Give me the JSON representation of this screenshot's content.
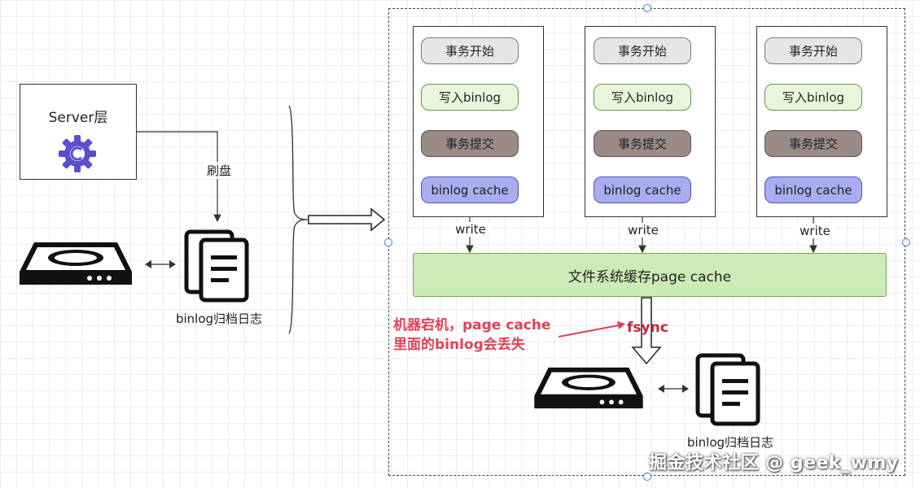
{
  "server": {
    "label": "Server层"
  },
  "flush_label": "刷盘",
  "archive_label_left": "binlog归档日志",
  "archive_label_right": "binlog归档日志",
  "columns": [
    {
      "start": "事务开始",
      "write_binlog": "写入binlog",
      "commit": "事务提交",
      "cache": "binlog cache",
      "write_label": "write"
    },
    {
      "start": "事务开始",
      "write_binlog": "写入binlog",
      "commit": "事务提交",
      "cache": "binlog cache",
      "write_label": "write"
    },
    {
      "start": "事务开始",
      "write_binlog": "写入binlog",
      "commit": "事务提交",
      "cache": "binlog cache",
      "write_label": "write"
    }
  ],
  "page_cache": {
    "label": "文件系统缓存page cache"
  },
  "fsync_label": "fsync",
  "warning": {
    "line1": "机器宕机，page cache",
    "line2": "里面的binlog会丢失"
  },
  "watermark": "掘金技术社区 @ geek_wmy",
  "colors": {
    "start_fill": "#e6e6e6",
    "write_fill": "#e8f7dc",
    "commit_fill": "#9b8b87",
    "cache_fill": "#a7adf0",
    "page_cache_fill": "#cdebb7",
    "warning_red": "#e0415a",
    "gear_purple": "#5b4fcf"
  },
  "icons": [
    "gear-icon",
    "disk-icon",
    "document-stack-icon",
    "double-arrow-icon",
    "hollow-arrow-icon"
  ]
}
